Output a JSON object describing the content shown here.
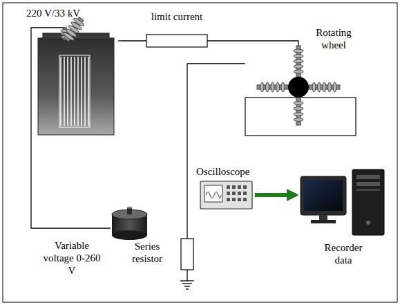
{
  "diagram": {
    "nodes": [
      {
        "text": [
          "220 V/33 kV"
        ]
      },
      {
        "text": [
          "limit current"
        ]
      },
      {
        "text": [
          "Rotating wheel"
        ]
      },
      {
        "text": [
          "Oscilloscope"
        ]
      },
      {
        "text": [
          "Recorder data"
        ]
      },
      {
        "text": [
          "Series resistor"
        ]
      },
      {
        "text": [
          "Variable voltage 0-260 V"
        ]
      }
    ],
    "edges": [
      {
        "from": 6,
        "to": 0,
        "arrow": "none"
      },
      {
        "from": 0,
        "to": 1,
        "arrow": "none"
      },
      {
        "from": 1,
        "to": 2,
        "arrow": "none"
      },
      {
        "from": 2,
        "to": 5,
        "arrow": "none"
      },
      {
        "from": 3,
        "to": 4,
        "arrow": "to"
      }
    ]
  }
}
